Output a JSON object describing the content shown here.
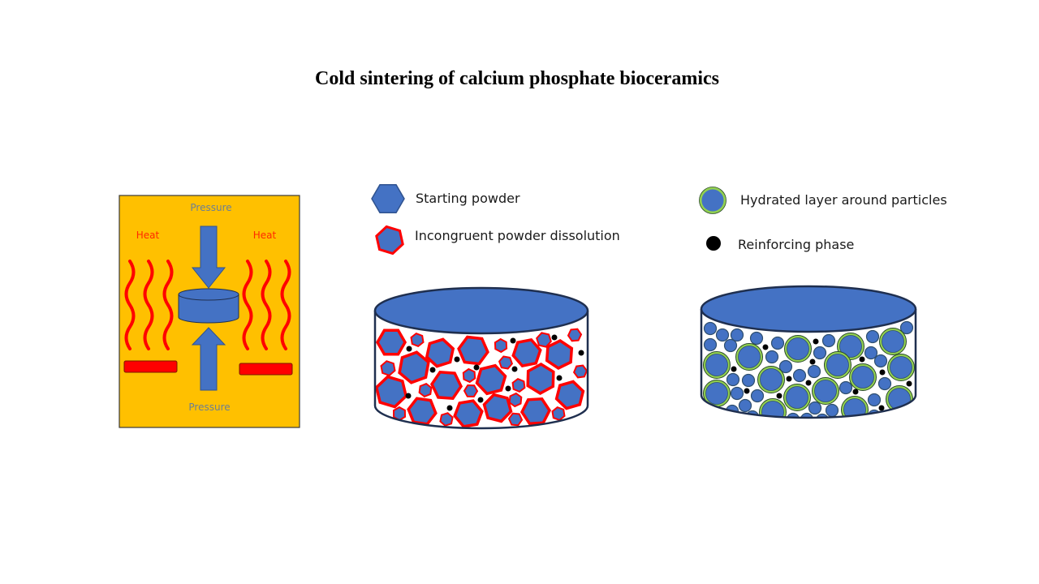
{
  "title": "Cold sintering of calcium phosphate bioceramics",
  "press_panel": {
    "pressure_top": "Pressure",
    "pressure_bottom": "Pressure",
    "heat_left": "Heat",
    "heat_right": "Heat"
  },
  "legend_left": {
    "starting_powder": "Starting powder",
    "dissolution": "Incongruent powder dissolution"
  },
  "legend_right": {
    "hydrated_layer": "Hydrated layer around particles",
    "reinforcing_phase": "Reinforcing phase"
  },
  "colors": {
    "panel": "#FFC000",
    "particle": "#4472C4",
    "dissolution_ring": "#FF0000",
    "hydrated_ring": "#92D050",
    "outline": "#1F2F4F"
  }
}
